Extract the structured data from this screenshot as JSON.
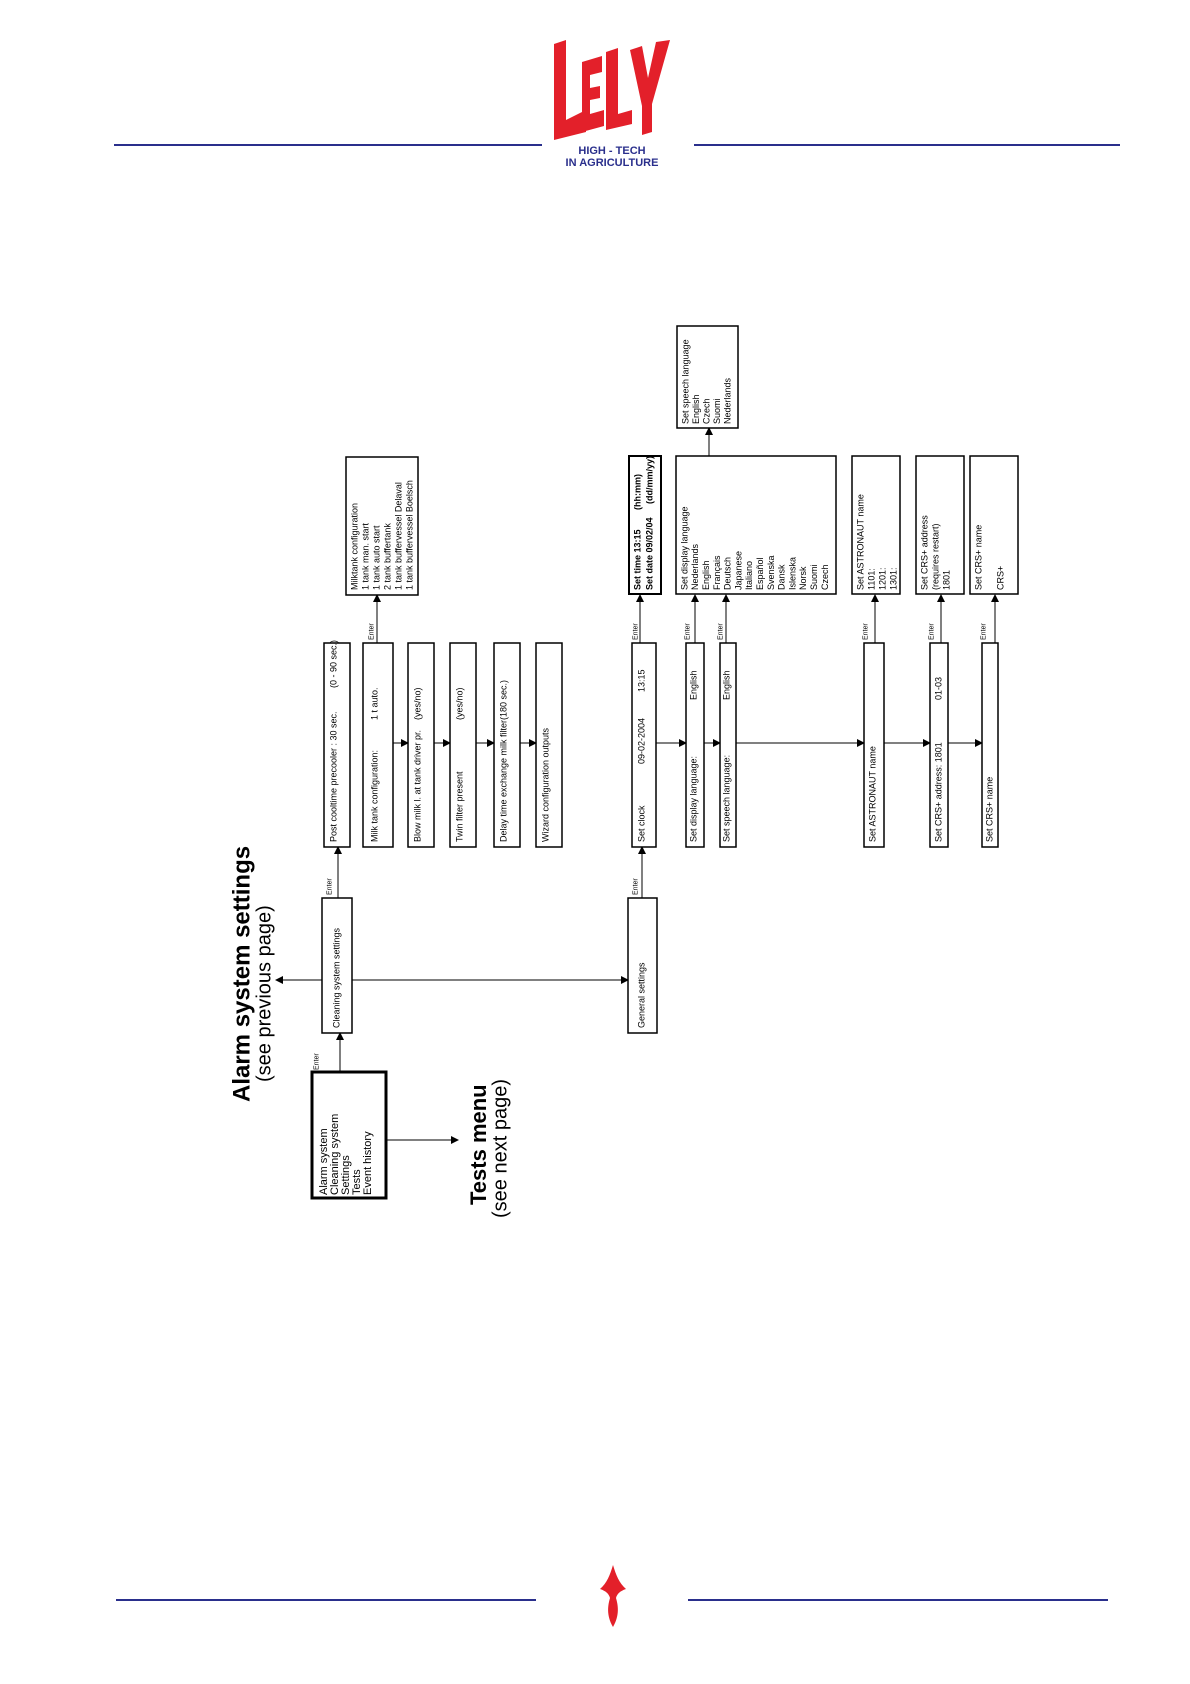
{
  "header": {
    "logo_text": "LELY",
    "tagline_1": "HIGH - TECH",
    "tagline_2": "IN AGRICULTURE",
    "logo_color": "#e3202a",
    "tagline_color": "#2a2f8c"
  },
  "colors": {
    "rule": "#2a2f8c",
    "footer_mark": "#e3202a"
  },
  "icons": {
    "footer_mark": "lely-flame-icon"
  },
  "diagram": {
    "enter_label": "Enter",
    "main_menu": [
      "Alarm system",
      "Cleaning system",
      "Settings",
      "Tests",
      "Event history"
    ],
    "alarm_title": "Alarm system settings",
    "alarm_sub": "(see previous page)",
    "tests_title": "Tests menu",
    "tests_sub": "(see next page)",
    "cleaning_settings": "Cleaning system settings",
    "general_settings": "General settings",
    "cleaning_items": [
      {
        "label": "Post cooltime precooler : 30 sec.",
        "value": "(0 - 90 sec.)"
      },
      {
        "label": "Milk tank configuration:",
        "value": "1 t auto."
      },
      {
        "label": "Blow milk l. at tank driver pr.",
        "value": "(yes/no)"
      },
      {
        "label": "Twin filter present",
        "value": "(yes/no)"
      },
      {
        "label": "Delay time exchange milk filter",
        "value": "(180 sec.)"
      },
      {
        "label": "Wizard configuration outputs",
        "value": ""
      }
    ],
    "milktank_config": [
      "Milktank configuration",
      "1 tank man. start",
      "1 tank auto start",
      "2 tank buffertank",
      "1 tank buffervessel Delaval",
      "1 tank buffervessel Boelsch"
    ],
    "set_clock": {
      "label": "Set clock",
      "date": "09-02-2004",
      "time": "13:15"
    },
    "set_time_lines": [
      {
        "label": "Set time  13:15",
        "value": "(hh:mm)"
      },
      {
        "label": "Set date  09/02/04",
        "value": "(dd/mm/yy)"
      }
    ],
    "display_lang": {
      "label": "Set display language:",
      "value": "English"
    },
    "speech_lang": {
      "label": "Set speech language:",
      "value": "English"
    },
    "display_lang_list": [
      "Set display language",
      "Nederlands",
      "English",
      "Français",
      "Deutsch",
      "Japanese",
      "Italiano",
      "Español",
      "Svenska",
      "Dansk",
      "Islenska",
      "Norsk",
      "Suomi",
      "Czech"
    ],
    "speech_lang_list": [
      "Set speech language",
      "English",
      "Czech",
      "Suomi",
      "Nederlands"
    ],
    "astronaut": {
      "label": "Set ASTRONAUT name"
    },
    "astronaut_list": [
      "Set ASTRONAUT name",
      "1101:",
      "1201:",
      "1301:"
    ],
    "crs_address": {
      "label": "Set CRS+ address: 1801",
      "value": "01-03"
    },
    "crs_address_list": [
      "Set CRS+ address",
      "(requires restart)",
      "1801"
    ],
    "crs_name": {
      "label": "Set CRS+ name"
    },
    "crs_name_list": [
      "Set CRS+ name",
      "",
      "CRS+"
    ]
  }
}
